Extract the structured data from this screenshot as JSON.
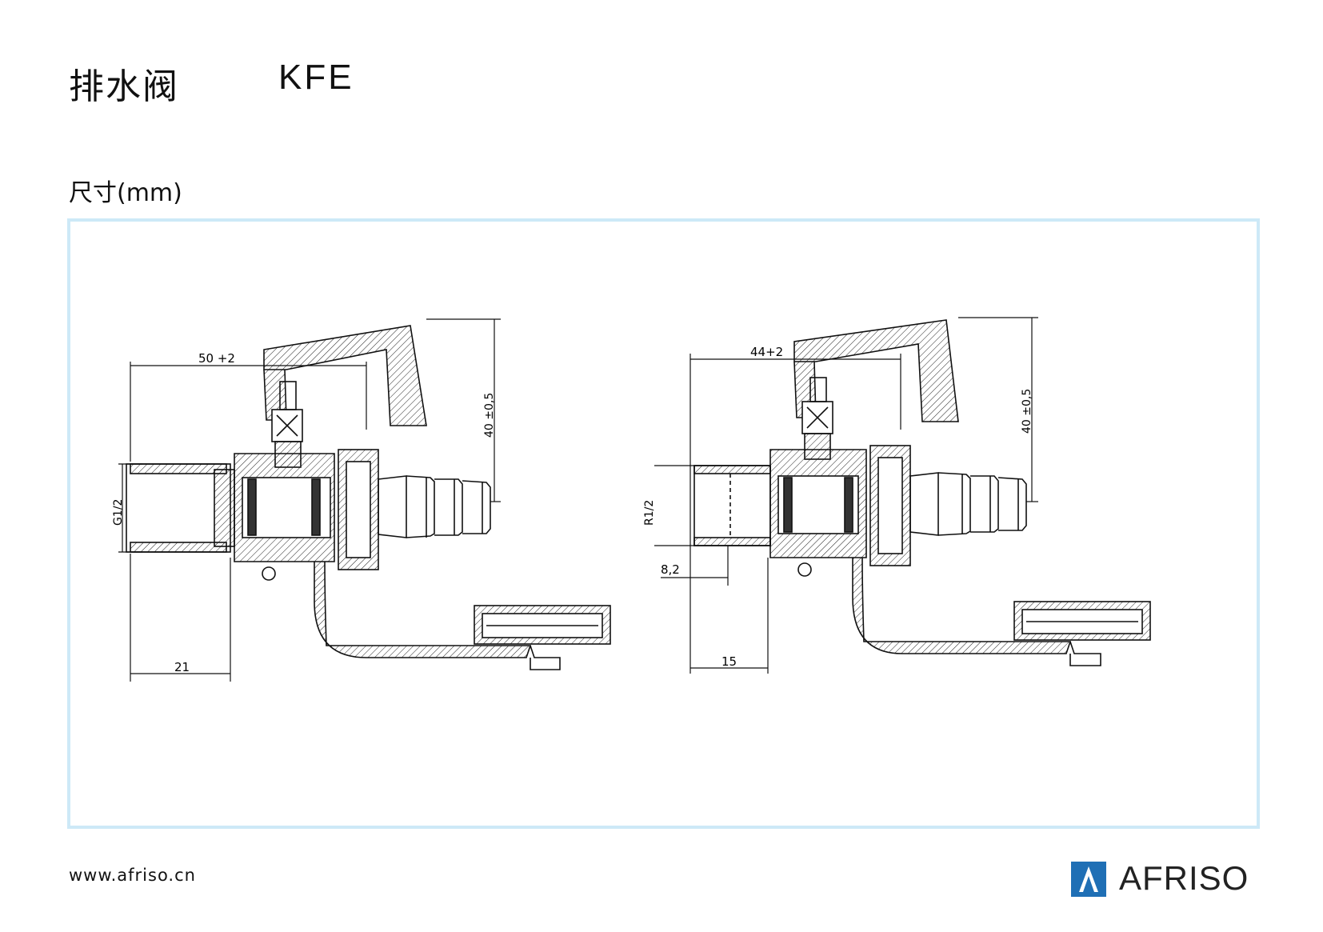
{
  "header": {
    "title_cn": "排水阀",
    "product_code": "KFE"
  },
  "section": {
    "dimensions_label": "尺寸(mm)"
  },
  "drawing": {
    "left": {
      "dim_length": "50 +2",
      "dim_height": "40 ±0,5",
      "thread": "G1/2",
      "dim_bottom": "21"
    },
    "right": {
      "dim_length": "44+2",
      "dim_height": "40 ±0,5",
      "thread": "R1/2",
      "dim_offset": "8,2",
      "dim_bottom": "15"
    }
  },
  "footer": {
    "url": "www.afriso.cn",
    "brand": "AFRISO",
    "brand_color": "#1f6fb5"
  }
}
